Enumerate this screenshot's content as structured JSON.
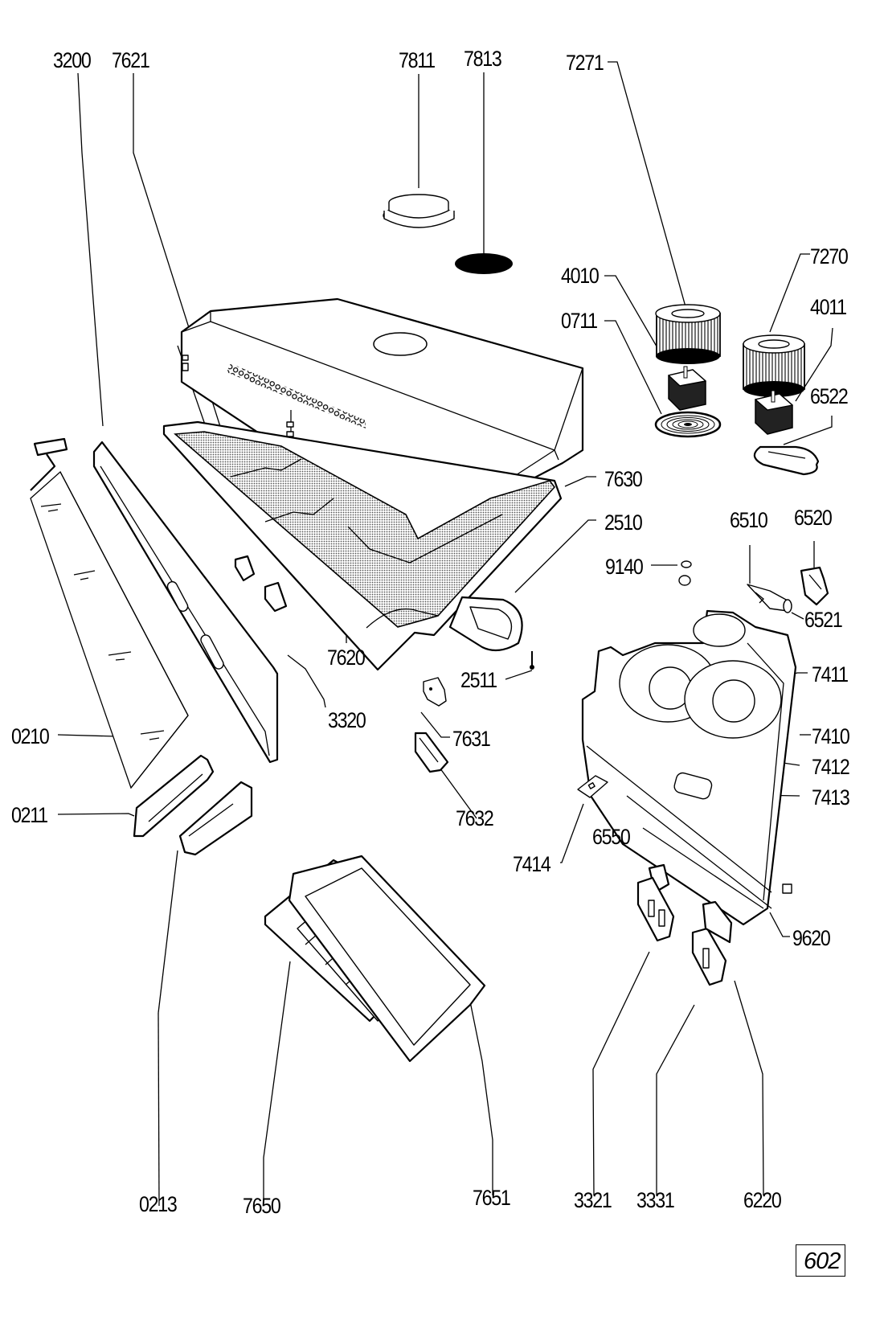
{
  "page_number": "602",
  "diagram": {
    "type": "exploded-parts-view",
    "subject": "cooker hood",
    "labels": {
      "p3200": "3200",
      "p7621": "7621",
      "p7811": "7811",
      "p7813": "7813",
      "p7271": "7271",
      "p4010": "4010",
      "p0711": "0711",
      "p7270": "7270",
      "p4011": "4011",
      "p6522": "6522",
      "p7630": "7630",
      "p2510": "2510",
      "p6510": "6510",
      "p6520": "6520",
      "p9140": "9140",
      "p6521": "6521",
      "p7620": "7620",
      "p2511": "2511",
      "p7411": "7411",
      "p3320": "3320",
      "p7631": "7631",
      "p7410": "7410",
      "p0210": "0210",
      "p7412": "7412",
      "p7413": "7413",
      "p0211": "0211",
      "p7632": "7632",
      "p7414": "7414",
      "p6550": "6550",
      "p9620": "9620",
      "p0213": "0213",
      "p7650": "7650",
      "p7651": "7651",
      "p3321": "3321",
      "p3331": "3331",
      "p6220": "6220"
    }
  }
}
